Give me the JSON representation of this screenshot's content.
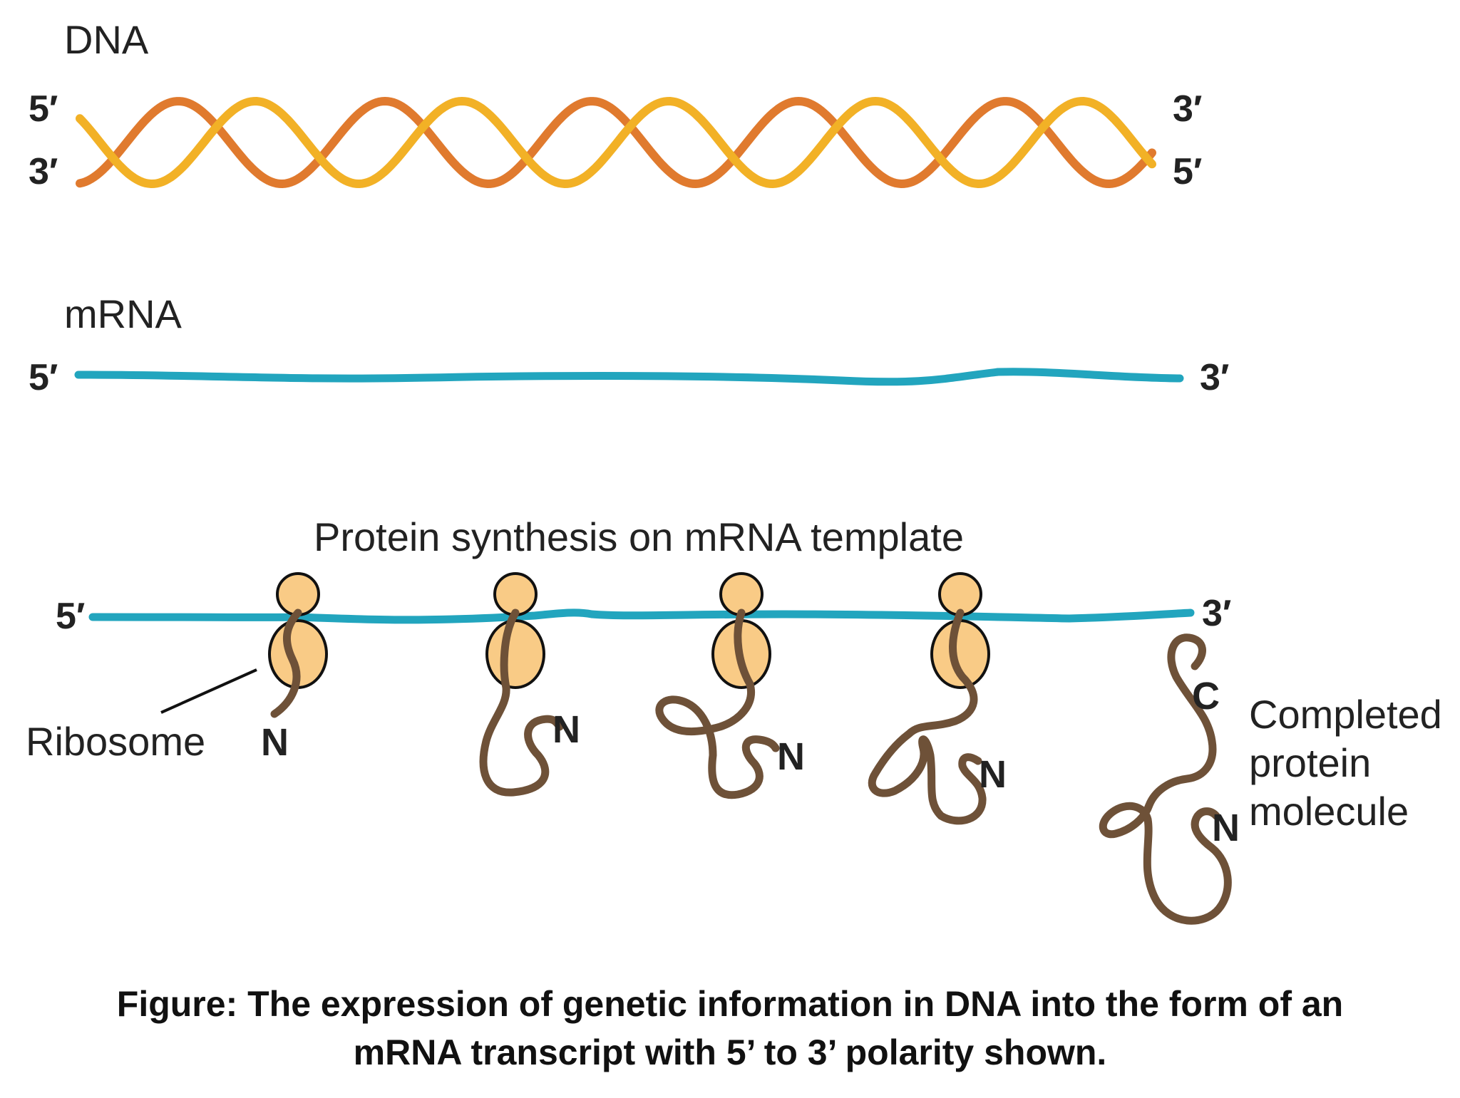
{
  "dna": {
    "label": "DNA",
    "left_top": "5′",
    "left_bottom": "3′",
    "right_top": "3′",
    "right_bottom": "5′"
  },
  "mrna": {
    "label": "mRNA",
    "left": "5′",
    "right": "3′"
  },
  "protein_synthesis": {
    "title": "Protein synthesis on mRNA template",
    "left": "5′",
    "right": "3′",
    "ribosome_label": "Ribosome",
    "n_terminus": "N",
    "c_terminus": "C",
    "completed_line1": "Completed",
    "completed_line2": "protein",
    "completed_line3": "molecule"
  },
  "caption": {
    "line1": "Figure: The expression of genetic information in DNA into the form of an",
    "line2": "mRNA transcript with 5’ to 3’ polarity shown."
  },
  "colors": {
    "dna_strand_a": "#E07A2E",
    "dna_strand_b": "#F2B126",
    "mrna": "#22A5BE",
    "ribosome_fill": "#F9CB86",
    "protein": "#6E5138"
  }
}
